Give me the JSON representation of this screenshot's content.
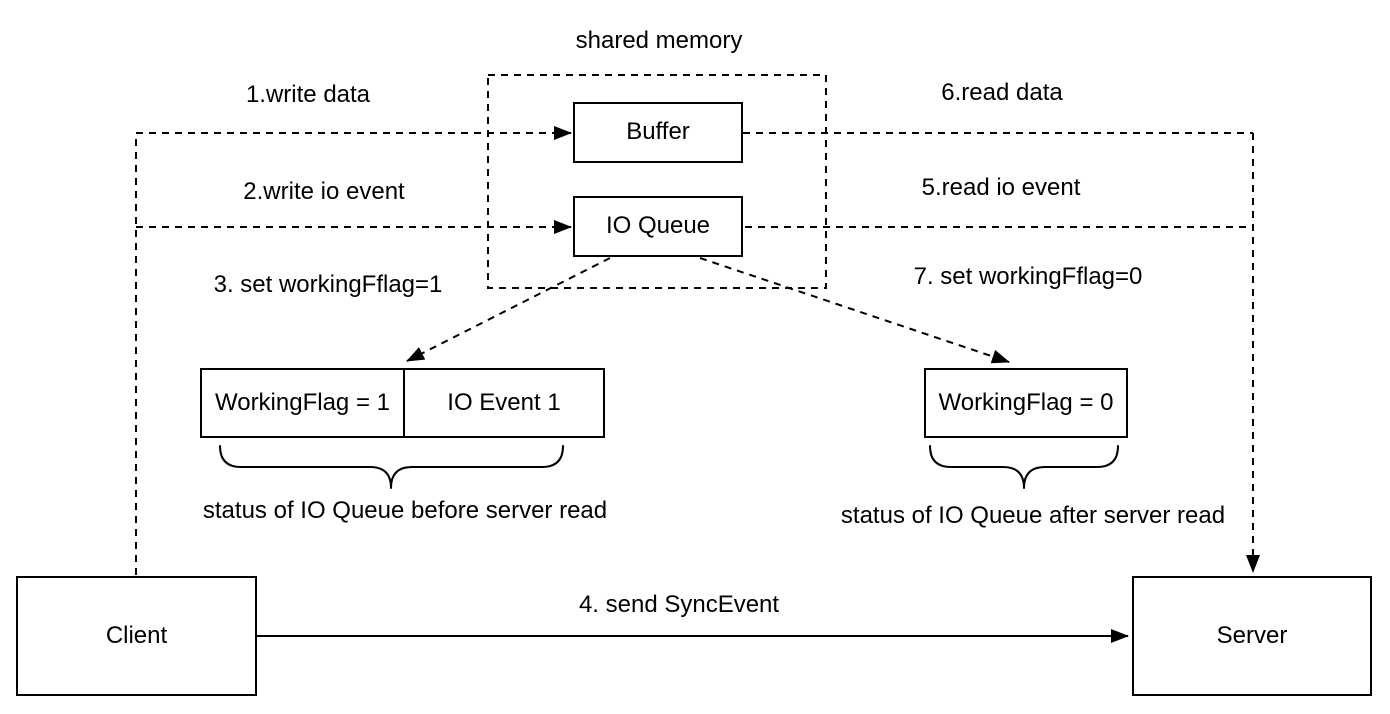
{
  "diagram": {
    "title": "shared memory",
    "nodes": {
      "buffer": "Buffer",
      "io_queue": "IO Queue",
      "working_flag_1": "WorkingFlag = 1",
      "io_event_1": "IO Event 1",
      "working_flag_0": "WorkingFlag = 0",
      "client": "Client",
      "server": "Server"
    },
    "edges": {
      "write_data": "1.write data",
      "write_io_event": "2.write io event",
      "set_flag_1": "3. set workingFflag=1",
      "send_sync_event": "4. send SyncEvent",
      "read_io_event": "5.read io event",
      "read_data": "6.read data",
      "set_flag_0": "7. set workingFflag=0"
    },
    "annotations": {
      "status_before": "status of IO Queue before server read",
      "status_after": "status of IO Queue after server read"
    },
    "colors": {
      "stroke": "#000000",
      "background": "#ffffff"
    }
  }
}
